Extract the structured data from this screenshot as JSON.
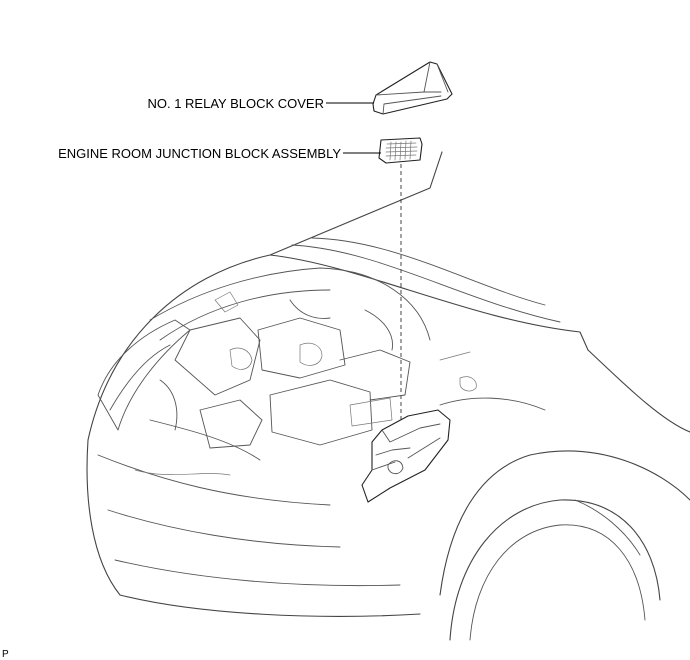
{
  "labels": {
    "relay_block_cover": "NO. 1 RELAY BLOCK COVER",
    "junction_block_assembly": "ENGINE ROOM JUNCTION BLOCK ASSEMBLY",
    "corner_code": "P"
  }
}
